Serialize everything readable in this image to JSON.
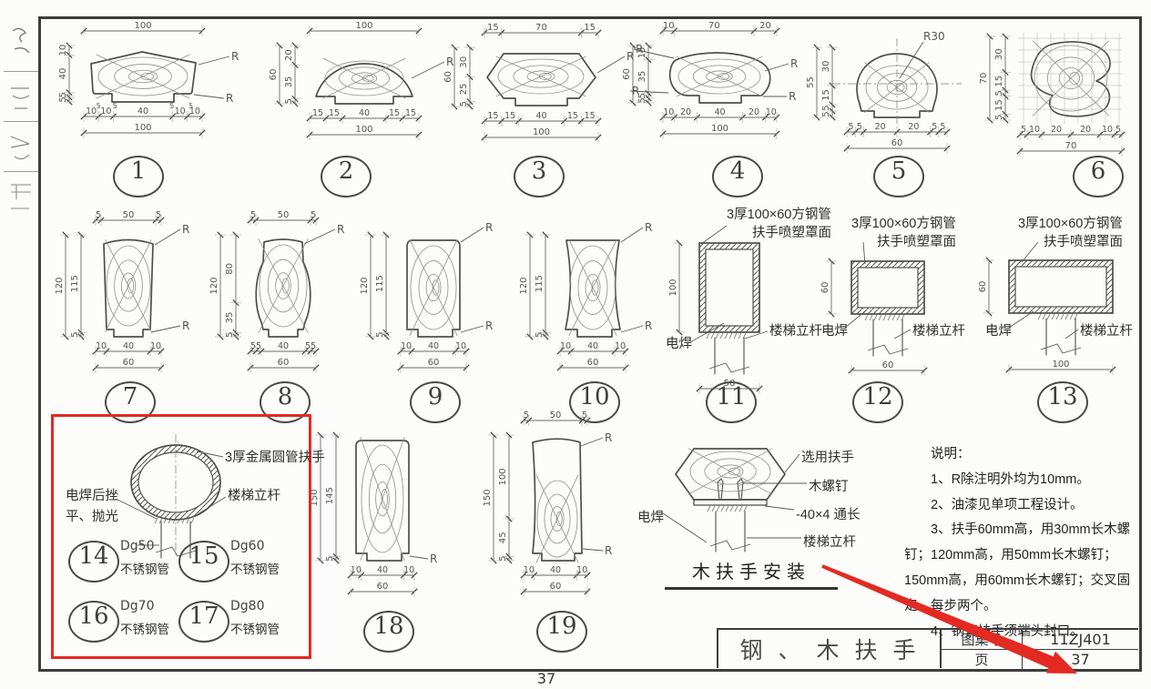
{
  "page": {
    "bottom_page_number": "37"
  },
  "accent": {
    "red": "#e32a22",
    "line": "#4f4f4f"
  },
  "title_block": {
    "title": "钢、木扶手",
    "atlas_label": "图集号",
    "atlas_no": "11ZJ401",
    "page_label": "页",
    "page_no": "37"
  },
  "notes": {
    "header": "说明：",
    "items": [
      "1、R除注明外均为10mm。",
      "2、油漆见单项工程设计。",
      "3、扶手60mm高，用30mm长木螺钉；120mm高，用50mm长木螺钉；150mm高，用60mm长木螺钉；交叉固定，每步两个。",
      "4、钢管扶手须端头封口。"
    ]
  },
  "figures": [
    {
      "id": "1",
      "top": [
        "100"
      ],
      "left": [
        "10",
        "40",
        "5",
        "5"
      ],
      "bottom": [
        "10",
        "10",
        "40",
        "10",
        "10"
      ],
      "bottom_small": [
        "5",
        "5",
        "5",
        "5"
      ],
      "bottom_overall": "100",
      "r": [
        "R",
        "R"
      ]
    },
    {
      "id": "2",
      "top": [
        "100"
      ],
      "left_overall": "60",
      "left": [
        "20",
        "35",
        "5"
      ],
      "bottom": [
        "15",
        "15",
        "40",
        "15",
        "15"
      ],
      "bottom_overall": "100",
      "r": [
        "R"
      ]
    },
    {
      "id": "3",
      "top": [
        "15",
        "70",
        "15"
      ],
      "left_overall": "60",
      "left": [
        "30",
        "25",
        "5"
      ],
      "bottom": [
        "15",
        "15",
        "40",
        "15",
        "15"
      ],
      "bottom_overall": "100",
      "r": [
        "R"
      ]
    },
    {
      "id": "4",
      "top": [
        "10",
        "70",
        "20"
      ],
      "left_overall": "60",
      "left": [
        "15",
        "35",
        "5",
        "5"
      ],
      "bottom": [
        "10",
        "20",
        "40",
        "20",
        "10"
      ],
      "bottom_overall": "100",
      "r": [
        "R",
        "R",
        "R",
        "R"
      ]
    },
    {
      "id": "5",
      "radius_label": "R30",
      "left_overall": "55",
      "left": [
        "30",
        "15",
        "5",
        "5"
      ],
      "bottom": [
        "5",
        "5",
        "20",
        "20",
        "5",
        "5"
      ],
      "bottom_overall": "60"
    },
    {
      "id": "6",
      "left_overall": "70",
      "left": [
        "30",
        "15",
        "5",
        "15",
        "5"
      ],
      "bottom": [
        "5",
        "10",
        "20",
        "20",
        "10",
        "5"
      ],
      "bottom_overall": "70"
    },
    {
      "id": "7",
      "top": [
        "5",
        "50",
        "5"
      ],
      "left_overall": "120",
      "left": [
        "115",
        "5"
      ],
      "bottom": [
        "10",
        "40",
        "10"
      ],
      "bottom_overall": "60",
      "r": [
        "R",
        "R"
      ]
    },
    {
      "id": "8",
      "top": [
        "5",
        "50",
        "5"
      ],
      "left_overall": "120",
      "left": [
        "80",
        "35",
        "5"
      ],
      "bottom": [
        "5",
        "5",
        "40",
        "5",
        "5"
      ],
      "bottom_overall": "60",
      "r": [
        "R"
      ]
    },
    {
      "id": "9",
      "left_overall": "120",
      "left": [
        "115",
        "5"
      ],
      "bottom": [
        "10",
        "40",
        "10"
      ],
      "bottom_overall": "60",
      "r": [
        "R",
        "R"
      ]
    },
    {
      "id": "10",
      "left_overall": "120",
      "left": [
        "115",
        "5"
      ],
      "bottom": [
        "10",
        "40",
        "10"
      ],
      "bottom_overall": "60",
      "r": [
        "R",
        "R"
      ]
    },
    {
      "id": "11",
      "height_dim": "100",
      "bottom_overall": "50",
      "note": [
        "3厚100×60方钢管",
        "扶手喷塑罩面"
      ],
      "weld": "电焊",
      "post": "楼梯立杆"
    },
    {
      "id": "12",
      "height_dim": "60",
      "bottom_overall": "60",
      "note": [
        "3厚100×60方钢管",
        "扶手喷塑罩面"
      ],
      "weld": "电焊",
      "post": "楼梯立杆"
    },
    {
      "id": "13",
      "height_dim": "60",
      "bottom_overall": "100",
      "note": [
        "3厚100×60方钢管",
        "扶手喷塑罩面"
      ],
      "weld": "电焊",
      "post": "楼梯立杆"
    },
    {
      "id": "18",
      "left_overall": "150",
      "left": [
        "145",
        "5"
      ],
      "bottom": [
        "10",
        "40",
        "10"
      ],
      "bottom_overall": "60",
      "r": [
        "R"
      ]
    },
    {
      "id": "19",
      "top": [
        "5",
        "50",
        "5"
      ],
      "left_overall": "150",
      "left": [
        "100",
        "45",
        "5"
      ],
      "bottom": [
        "10",
        "40",
        "10"
      ],
      "bottom_overall": "60",
      "r": [
        "R",
        "R"
      ]
    }
  ],
  "round_tube_detail": {
    "note": "3厚金属圆管扶手",
    "weld_line1": "电焊后挫",
    "weld_line2": "平、抛光",
    "post": "楼梯立杆",
    "options": [
      {
        "num": "14",
        "size": "Dg50",
        "material": "不锈钢管"
      },
      {
        "num": "15",
        "size": "Dg60",
        "material": "不锈钢管"
      },
      {
        "num": "16",
        "size": "Dg70",
        "material": "不锈钢管"
      },
      {
        "num": "17",
        "size": "Dg80",
        "material": "不锈钢管"
      }
    ]
  },
  "wood_install": {
    "labels": {
      "handrail": "选用扶手",
      "screw": "木螺钉",
      "bar": "-40×4 通长",
      "post": "楼梯立杆",
      "weld": "电焊"
    },
    "caption": "木扶手安装"
  }
}
